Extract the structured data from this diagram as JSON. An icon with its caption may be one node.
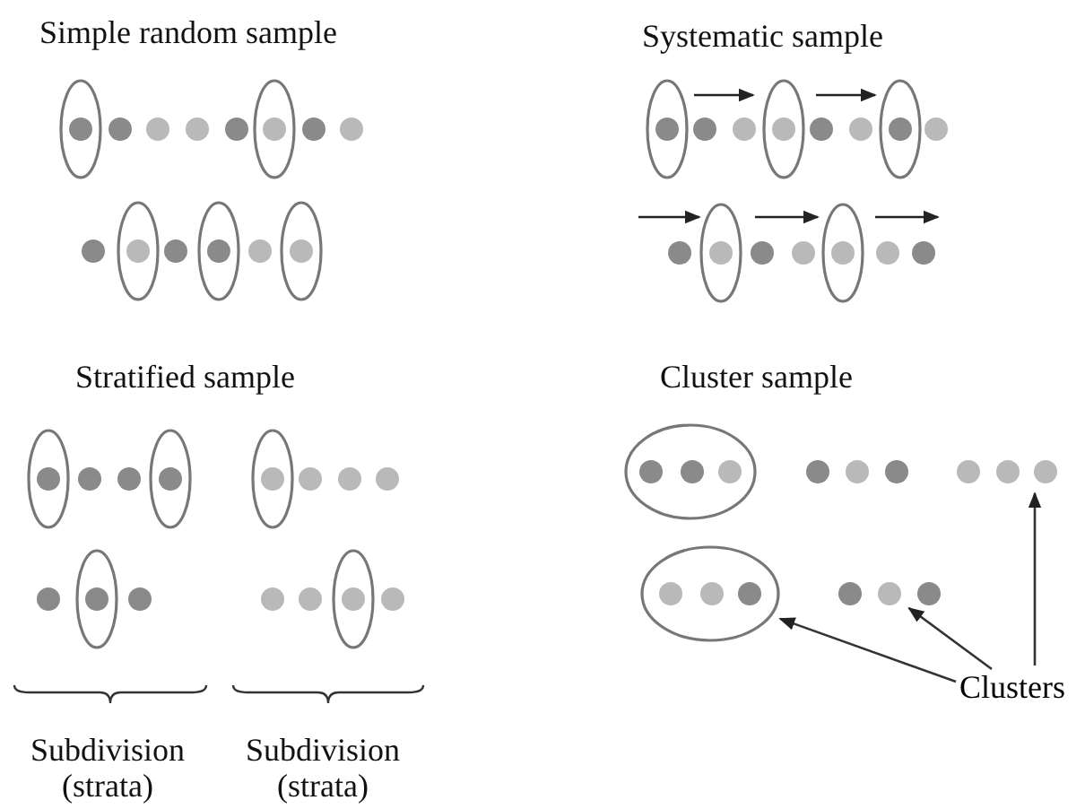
{
  "diagram": {
    "nodes": [
      {
        "text": [],
        "shape": "dots"
      },
      {
        "text": [],
        "shape": "ellipse"
      },
      {
        "text": [],
        "shape": "dots"
      },
      {
        "text": [
          "Clusters"
        ]
      }
    ],
    "edges": [
      {
        "from": 3,
        "to": 1,
        "arrow": "to"
      },
      {
        "from": 3,
        "to": 2,
        "arrow": "to"
      },
      {
        "from": 3,
        "to": 0,
        "arrow": "to"
      }
    ],
    "labels": [
      "Simple random sample",
      "Systematic sample",
      "Stratified sample",
      "Cluster sample",
      "Subdivision (strata)",
      "Subdivision (strata)"
    ]
  }
}
